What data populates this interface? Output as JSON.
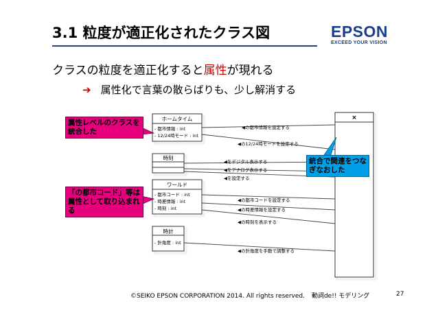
{
  "slide": {
    "title": "3.1 粒度が適正化されたクラス図",
    "subtitle_pre": "クラスの粒度を適正化すると",
    "subtitle_em": "属性",
    "subtitle_post": "が現れる",
    "bullet_arrow": "➔",
    "bullet_text": "属性化で言葉の散らばりも、少し解消する",
    "logo": {
      "word": "EPSON",
      "tagline": "EXCEED YOUR VISION"
    },
    "footer": {
      "copyright": "©SEIKO EPSON CORPORATION 2014. All rights reserved.",
      "topic": "動詞de!! モデリング"
    },
    "page_number": "27"
  },
  "diagram": {
    "actor_box_label": "×",
    "classes": [
      {
        "name": "ホームタイム",
        "attributes": [
          "- 都市情報 : int",
          "- 12/24時モード : int"
        ]
      },
      {
        "name": "時刻",
        "attributes": []
      },
      {
        "name": "ワールド",
        "attributes": [
          "- 都市コード : int",
          "- 時差情報 : int",
          "- 時刻 : int"
        ]
      },
      {
        "name": "時計",
        "attributes": [
          "- 針角度 : int"
        ]
      }
    ],
    "messages": [
      "◀の都市情報を設定する",
      "◀の12/24時モードを設定する",
      "◀をデジタル表示する",
      "◀をアナログ表示する",
      "◀を設定する",
      "◀の都市コードを設定する",
      "◀の時差情報を設定する",
      "◀の時刻を表示する",
      "◀の針角度を手動で調整する"
    ],
    "callouts": {
      "attribute_level": "属性レベルのクラスを統合した",
      "city_code": "「の都市コード」等は属性として取り込まれる",
      "integrated": "統合で関連をつなぎなおした"
    },
    "colors": {
      "callout_pink": "#e6007e",
      "callout_blue": "#00a0e9",
      "accent_red": "#cc0000",
      "brand_blue": "#1a3e8c"
    }
  }
}
